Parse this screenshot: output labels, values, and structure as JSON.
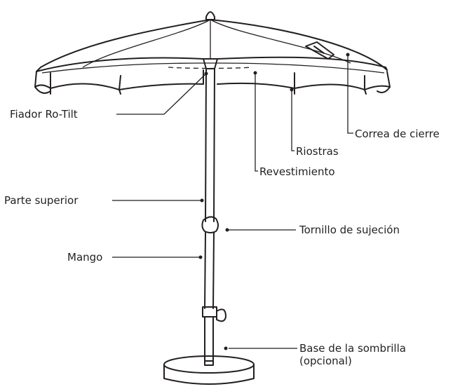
{
  "labels": {
    "fiador": "Fiador Ro-Tilt",
    "correa": "Correa de cierre",
    "riostras": "Riostras",
    "revestimiento": "Revestimiento",
    "parte_superior": "Parte superior",
    "tornillo": "Tornillo de sujeción",
    "mango": "Mango",
    "base_line1": "Base de la sombrilla",
    "base_line2": "(opcional)"
  },
  "colors": {
    "ink": "#231f20",
    "background": "#ffffff"
  }
}
